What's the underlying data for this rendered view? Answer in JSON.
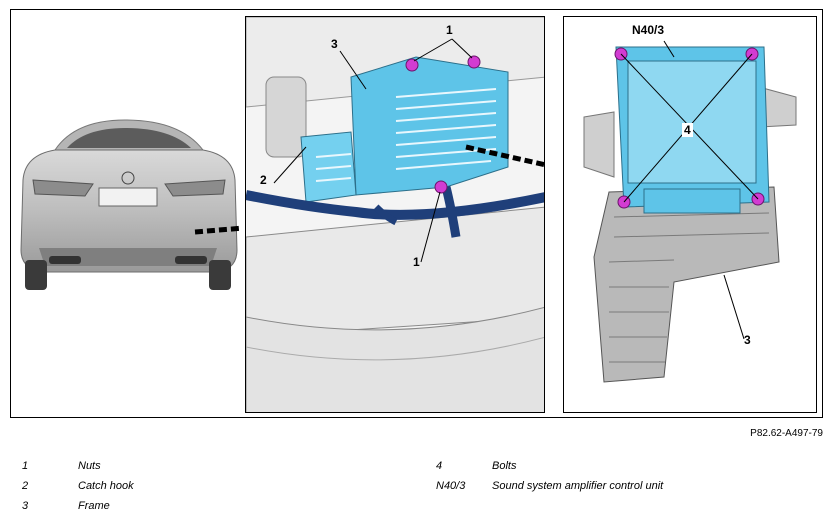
{
  "callouts": {
    "center_1_top": "1",
    "center_1_bottom": "1",
    "center_2": "2",
    "center_3": "3",
    "right_n40": "N40/3",
    "right_4": "4",
    "right_3": "3"
  },
  "figure_code": "P82.62-A497-79",
  "legend": {
    "items": [
      {
        "num": "1",
        "text": "Nuts"
      },
      {
        "num": "2",
        "text": "Catch hook"
      },
      {
        "num": "3",
        "text": "Frame"
      },
      {
        "num": "4",
        "text": "Bolts"
      },
      {
        "num": "N40/3",
        "text": "Sound system amplifier control unit"
      }
    ]
  },
  "colors": {
    "amplifier_blue": "#5ec4e8",
    "cable_blue": "#1f3f7a",
    "bolt_magenta": "#d23cd2",
    "frame_grey": "#8a8a8a",
    "body_grey": "#e6e6e6"
  }
}
